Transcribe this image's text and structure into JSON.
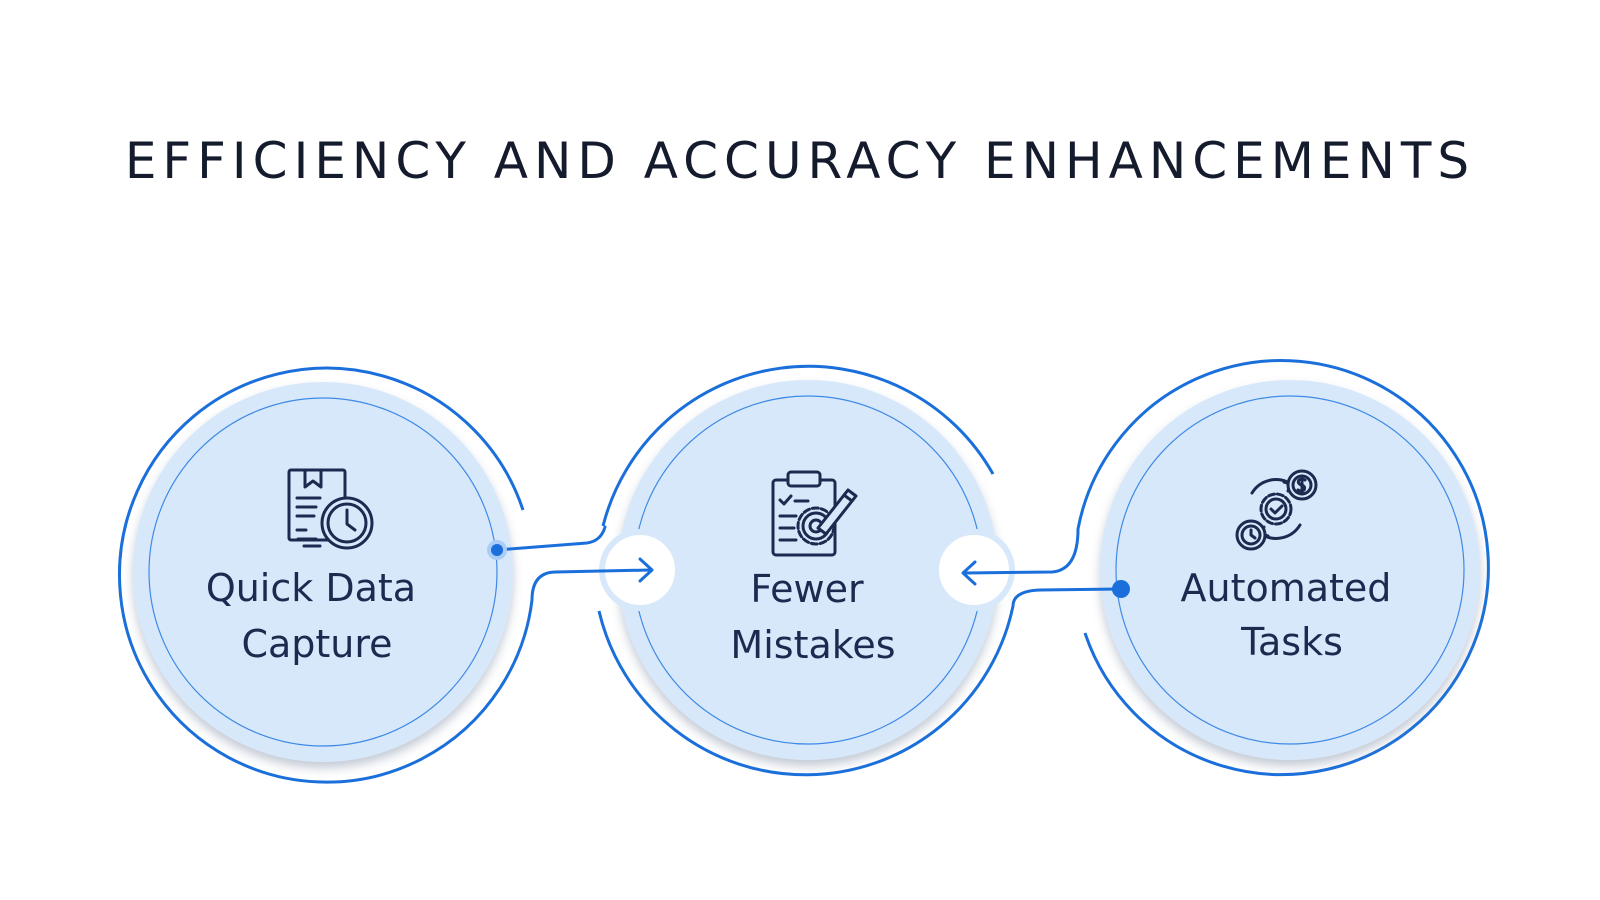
{
  "title": "EFFICIENCY AND ACCURACY ENHANCEMENTS",
  "colors": {
    "accent": "#1a6fdb",
    "node_fill": "#d8e8fb",
    "text": "#1c2a4f",
    "title": "#141b2d"
  },
  "nodes": [
    {
      "id": "quick-data-capture",
      "icon": "document-clock-icon",
      "lines": [
        "Quick Data",
        "Capture"
      ]
    },
    {
      "id": "fewer-mistakes",
      "icon": "clipboard-gear-pencil-icon",
      "lines": [
        "Fewer",
        "Mistakes"
      ]
    },
    {
      "id": "automated-tasks",
      "icon": "gear-cycle-dollar-clock-icon",
      "lines": [
        "Automated",
        "Tasks"
      ]
    }
  ]
}
